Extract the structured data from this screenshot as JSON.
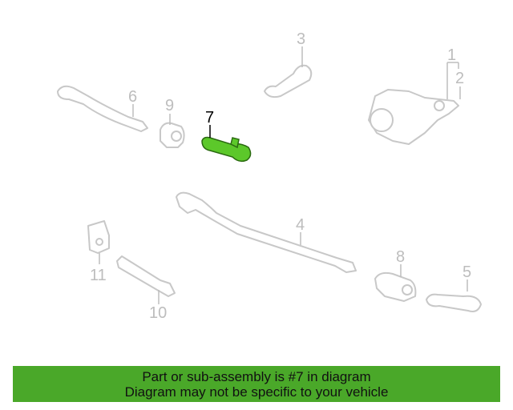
{
  "callouts": [
    "1",
    "2",
    "3",
    "4",
    "5",
    "6",
    "7",
    "8",
    "9",
    "10",
    "11"
  ],
  "highlighted_part": "7",
  "colors": {
    "highlight": "#5cc82a",
    "banner": "#4aa829",
    "parts": "#c8c8c8"
  },
  "banner": {
    "line1": "Part or sub-assembly is #7 in diagram",
    "line2": "Diagram may not be specific to your vehicle"
  }
}
